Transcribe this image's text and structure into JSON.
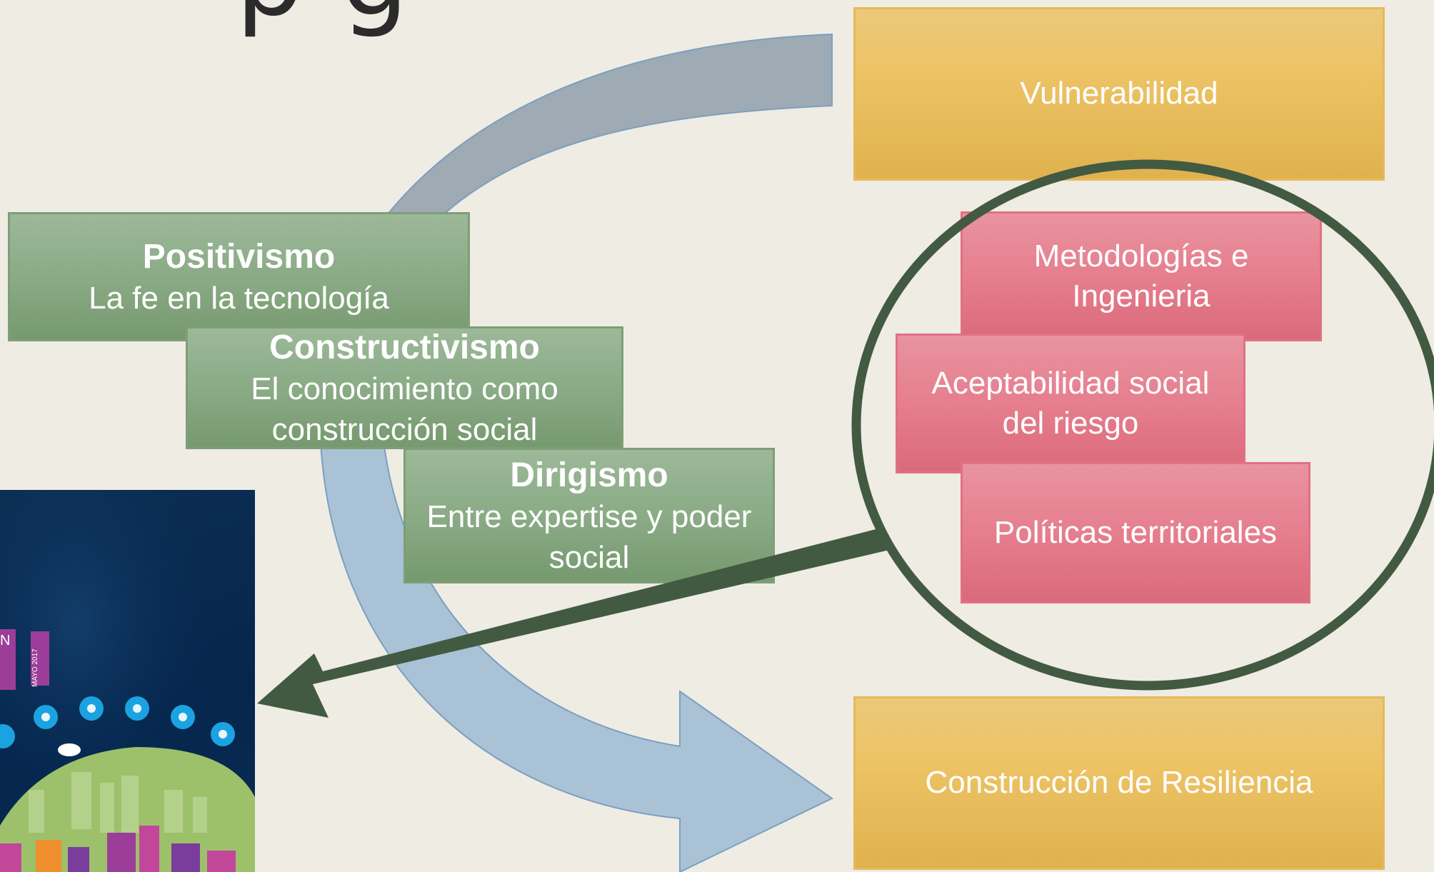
{
  "title": {
    "fragment": "p   g"
  },
  "boxes": {
    "vulnerabilidad": "Vulnerabilidad",
    "resiliencia": "Construcción de Resiliencia"
  },
  "paradigms": [
    {
      "heading": "Positivismo",
      "text": "La fe en la tecnología"
    },
    {
      "heading": "Constructivismo",
      "text": "El conocimiento como construcción social"
    },
    {
      "heading": "Dirigismo",
      "text": "Entre expertise y poder social"
    }
  ],
  "circle_items": [
    "Metodologías e Ingenieria",
    "Aceptabilidad social del riesgo",
    "Políticas territoriales"
  ],
  "poster": {
    "tab_letter": "N",
    "date_tag": "MAYO 2017"
  },
  "colors": {
    "background": "#efece4",
    "gold": "#ecc264",
    "green": "#8aab86",
    "pink": "#e57c8c",
    "dark_green": "#425a42",
    "blue_arrow": "#a9c2d6",
    "grey_arrow": "#9eaab4",
    "poster_navy": "#05264d"
  }
}
